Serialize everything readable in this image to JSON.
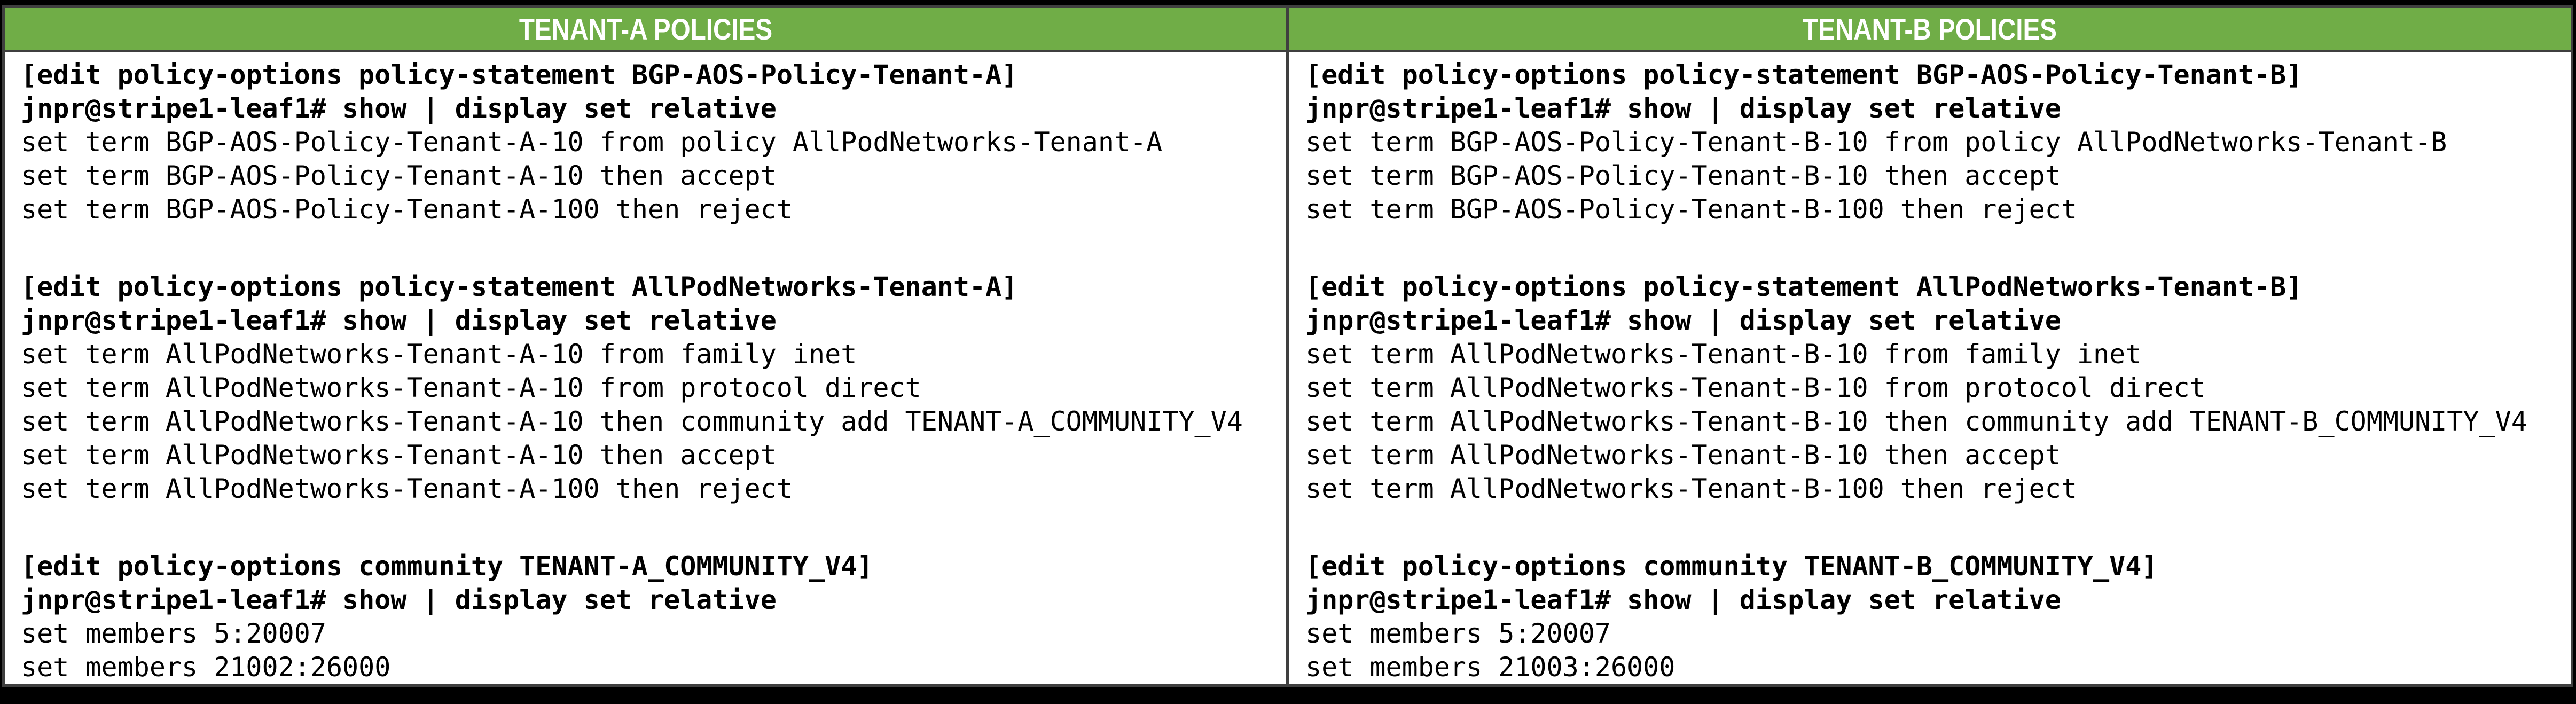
{
  "colors": {
    "page_background": "#000000",
    "table_border": "#3F3F3F",
    "header_background": "#70AD47",
    "header_text": "#FFFFFF",
    "body_background": "#FFFFFF",
    "body_text": "#000000"
  },
  "table": {
    "columns": [
      {
        "header": "TENANT-A POLICIES",
        "lines": [
          {
            "text": "[edit policy-options policy-statement BGP-AOS-Policy-Tenant-A]",
            "bold": true
          },
          {
            "text": "jnpr@stripe1-leaf1# show | display set relative",
            "bold": true
          },
          {
            "text": "set term BGP-AOS-Policy-Tenant-A-10 from policy AllPodNetworks-Tenant-A",
            "bold": false
          },
          {
            "text": "set term BGP-AOS-Policy-Tenant-A-10 then accept",
            "bold": false
          },
          {
            "text": "set term BGP-AOS-Policy-Tenant-A-100 then reject",
            "bold": false
          },
          {
            "text": "",
            "bold": false
          },
          {
            "text": "[edit policy-options policy-statement AllPodNetworks-Tenant-A]",
            "bold": true
          },
          {
            "text": "jnpr@stripe1-leaf1# show | display set relative",
            "bold": true
          },
          {
            "text": "set term AllPodNetworks-Tenant-A-10 from family inet",
            "bold": false
          },
          {
            "text": "set term AllPodNetworks-Tenant-A-10 from protocol direct",
            "bold": false
          },
          {
            "text": "set term AllPodNetworks-Tenant-A-10 then community add TENANT-A_COMMUNITY_V4",
            "bold": false
          },
          {
            "text": "set term AllPodNetworks-Tenant-A-10 then accept",
            "bold": false
          },
          {
            "text": "set term AllPodNetworks-Tenant-A-100 then reject",
            "bold": false
          },
          {
            "text": "",
            "bold": false
          },
          {
            "text": "[edit policy-options community TENANT-A_COMMUNITY_V4]",
            "bold": true
          },
          {
            "text": "jnpr@stripe1-leaf1# show | display set relative",
            "bold": true
          },
          {
            "text": "set members 5:20007",
            "bold": false
          },
          {
            "text": "set members 21002:26000",
            "bold": false
          }
        ]
      },
      {
        "header": "TENANT-B POLICIES",
        "lines": [
          {
            "text": "[edit policy-options policy-statement BGP-AOS-Policy-Tenant-B]",
            "bold": true
          },
          {
            "text": "jnpr@stripe1-leaf1# show | display set relative",
            "bold": true
          },
          {
            "text": "set term BGP-AOS-Policy-Tenant-B-10 from policy AllPodNetworks-Tenant-B",
            "bold": false
          },
          {
            "text": "set term BGP-AOS-Policy-Tenant-B-10 then accept",
            "bold": false
          },
          {
            "text": "set term BGP-AOS-Policy-Tenant-B-100 then reject",
            "bold": false
          },
          {
            "text": "",
            "bold": false
          },
          {
            "text": "[edit policy-options policy-statement AllPodNetworks-Tenant-B]",
            "bold": true
          },
          {
            "text": "jnpr@stripe1-leaf1# show | display set relative",
            "bold": true
          },
          {
            "text": "set term AllPodNetworks-Tenant-B-10 from family inet",
            "bold": false
          },
          {
            "text": "set term AllPodNetworks-Tenant-B-10 from protocol direct",
            "bold": false
          },
          {
            "text": "set term AllPodNetworks-Tenant-B-10 then community add TENANT-B_COMMUNITY_V4",
            "bold": false
          },
          {
            "text": "set term AllPodNetworks-Tenant-B-10 then accept",
            "bold": false
          },
          {
            "text": "set term AllPodNetworks-Tenant-B-100 then reject",
            "bold": false
          },
          {
            "text": "",
            "bold": false
          },
          {
            "text": "[edit policy-options community TENANT-B_COMMUNITY_V4]",
            "bold": true
          },
          {
            "text": "jnpr@stripe1-leaf1# show | display set relative",
            "bold": true
          },
          {
            "text": "set members 5:20007",
            "bold": false
          },
          {
            "text": "set members 21003:26000",
            "bold": false
          }
        ]
      }
    ]
  }
}
